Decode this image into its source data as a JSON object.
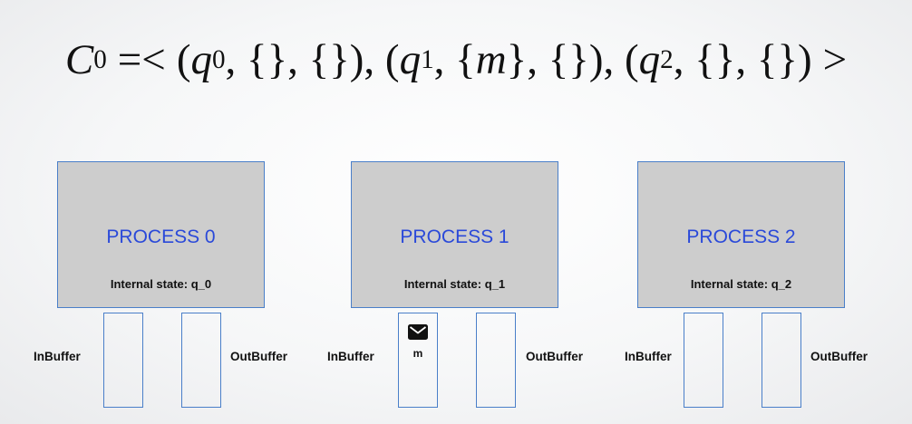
{
  "formula": {
    "lhs": "C",
    "lhs_sub": "0",
    "eq": "=<",
    "open1": "(",
    "q0": "q",
    "q0_sub": "0",
    "rest1": ", {}, {}), (",
    "q1": "q",
    "q1_sub": "1",
    "rest2a": ", {",
    "m": "m",
    "rest2b": "}, {}), (",
    "q2": "q",
    "q2_sub": "2",
    "rest3": ", {}, {})",
    "close": ">"
  },
  "processes": [
    {
      "title": "PROCESS 0",
      "state": "Internal state: q_0",
      "in_label": "InBuffer",
      "out_label": "OutBuffer"
    },
    {
      "title": "PROCESS 1",
      "state": "Internal state: q_1",
      "in_label": "InBuffer",
      "out_label": "OutBuffer",
      "message": "m"
    },
    {
      "title": "PROCESS 2",
      "state": "Internal state: q_2",
      "in_label": "InBuffer",
      "out_label": "OutBuffer"
    }
  ],
  "colors": {
    "box_fill": "#cdcdcd",
    "border": "#4a7fc9",
    "title_text": "#2a49d9"
  },
  "icons": {
    "message": "envelope-icon"
  }
}
